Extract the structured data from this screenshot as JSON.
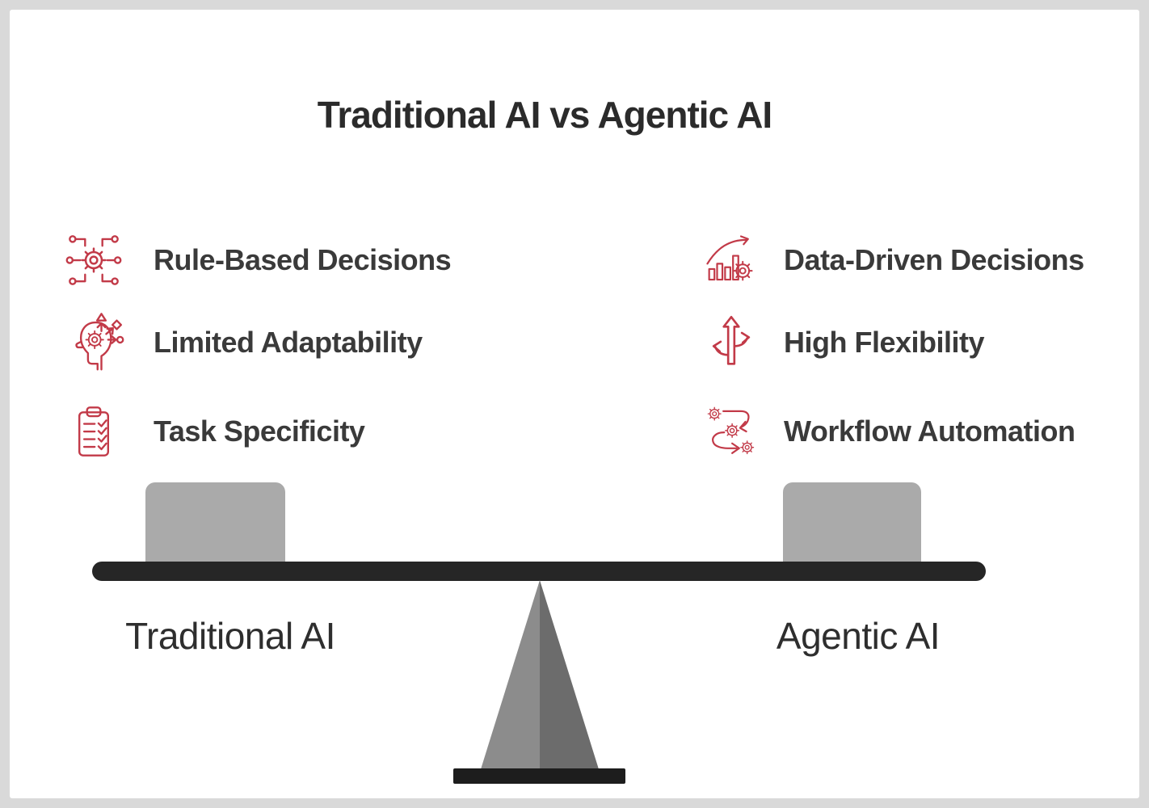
{
  "page": {
    "title": "Traditional AI vs Agentic AI"
  },
  "features": {
    "left": [
      {
        "label": "Rule-Based Decisions",
        "icon": "gear-network-icon"
      },
      {
        "label": "Limited Adaptability",
        "icon": "head-gear-icon"
      },
      {
        "label": "Task Specificity",
        "icon": "clipboard-checklist-icon"
      }
    ],
    "right": [
      {
        "label": "Data-Driven Decisions",
        "icon": "chart-growth-gear-icon"
      },
      {
        "label": "High Flexibility",
        "icon": "branching-arrows-icon"
      },
      {
        "label": "Workflow Automation",
        "icon": "gears-flow-icon"
      }
    ]
  },
  "seesaw": {
    "left_label": "Traditional AI",
    "right_label": "Agentic AI"
  },
  "colors": {
    "accent_red": "#c23a48",
    "text_dark": "#3a3a3a",
    "title_dark": "#2b2b2b",
    "beam_black": "#262626",
    "base_black": "#1d1d1d",
    "block_gray": "#aaaaaa",
    "fulcrum_light": "#8c8c8c",
    "fulcrum_dark": "#6c6c6c",
    "border_gray": "#d9d9d9"
  }
}
